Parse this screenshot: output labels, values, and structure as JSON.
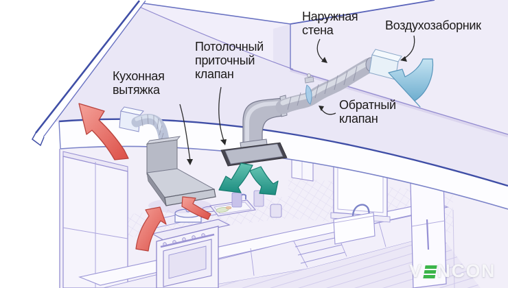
{
  "labels": {
    "kitchen_hood": {
      "line1": "Кухонная",
      "line2": "вытяжка"
    },
    "ceiling_supply_valve": {
      "line1": "Потолочный",
      "line2": "приточный",
      "line3": "клапан"
    },
    "outer_wall": {
      "line1": "Наружная",
      "line2": "стена"
    },
    "air_intake": {
      "line1": "Воздухозаборник"
    },
    "check_valve": {
      "line1": "Обратный",
      "line2": "клапан"
    }
  },
  "watermark": {
    "prefix": "V",
    "suffix": "NCON",
    "green_color": "#3cb54a"
  },
  "colors": {
    "exhaust_arrow_red": "#dc4f47",
    "supply_arrow_teal": "#2f9e90",
    "intake_arrow_blue": "#7fbedd",
    "line_art_indigo": "#3f4ea6",
    "duct_gray": "#b3b5c4"
  }
}
